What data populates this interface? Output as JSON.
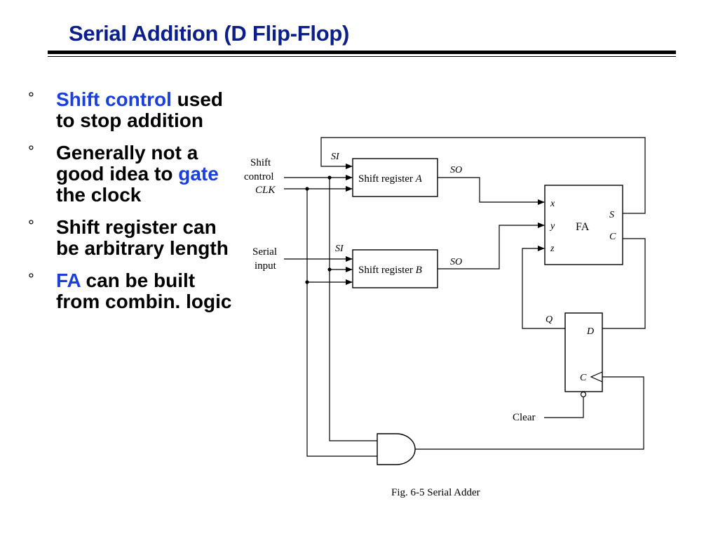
{
  "slide": {
    "title": "Serial Addition (D Flip-Flop)"
  },
  "bullets": [
    {
      "highlight": "Shift control",
      "text": "used to stop addition"
    },
    {
      "pre": "Generally not a good idea to",
      "highlight": "gate",
      "post": "the clock"
    },
    {
      "text": "Shift register can be arbitrary length"
    },
    {
      "highlight": "FA",
      "text": "can be built from combin. logic"
    }
  ],
  "diagram": {
    "label_shift": "Shift",
    "label_control": "control",
    "label_clk": "CLK",
    "label_serial": "Serial",
    "label_input": "input",
    "si_a": "SI",
    "si_b": "SI",
    "reg_a": "Shift register",
    "reg_a_var": "A",
    "reg_b": "Shift register",
    "reg_b_var": "B",
    "so_a": "SO",
    "so_b": "SO",
    "fa_label": "FA",
    "fa_x": "x",
    "fa_y": "y",
    "fa_z": "z",
    "fa_s": "S",
    "fa_c": "C",
    "ff_q": "Q",
    "ff_d": "D",
    "ff_c": "C",
    "clear": "Clear",
    "caption": "Fig. 6-5  Serial Adder"
  },
  "colors": {
    "title": "#0a1e8c",
    "highlight": "#1a3fe0"
  }
}
